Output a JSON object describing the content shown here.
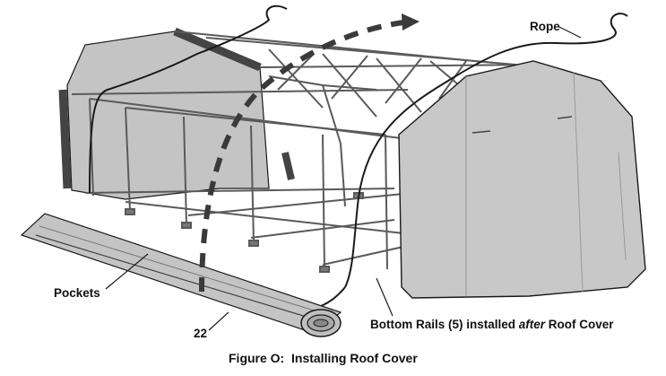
{
  "labels": {
    "rope": "Rope",
    "pockets": "Pockets",
    "part_number": "22",
    "bottom_rails_prefix": "Bottom Rails (5) installed ",
    "bottom_rails_emph": "after",
    "bottom_rails_suffix": " Roof Cover"
  },
  "caption": "Figure O:  Installing Roof Cover",
  "colors": {
    "cover_fill": "#c8c8c8",
    "outline": "#1a1a1a",
    "dashed_arrow": "#3a3a3a",
    "frame": "#555555"
  },
  "icons": {
    "arrow": "dashed-arrow-icon"
  }
}
